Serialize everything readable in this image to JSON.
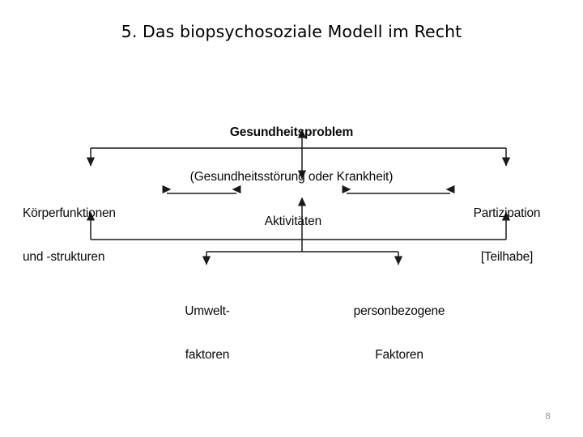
{
  "slide": {
    "title": "5. Das biopsychosoziale Modell im Recht",
    "page_number": "8",
    "background_color": "#ffffff",
    "text_color": "#000000",
    "page_number_color": "#9a9a9a"
  },
  "diagram": {
    "name": "ICF biopsychosoziales Modell",
    "line_color": "#1a1a1a",
    "nodes": {
      "health_problem": {
        "main": "Gesundheitsproblem",
        "sub": "(Gesundheitsstörung oder Krankheit)"
      },
      "body_functions": {
        "line1": "Körperfunktionen",
        "line2": "und -strukturen"
      },
      "activities": {
        "line1": "Aktivitäten"
      },
      "participation": {
        "line1": "Partizipation",
        "line2": "[Teilhabe]"
      },
      "environmental_factors": {
        "line1": "Umwelt-",
        "line2": "faktoren"
      },
      "personal_factors": {
        "line1": "personbezogene",
        "line2": "Faktoren"
      }
    },
    "connectors": [
      "gesundheitsproblem-aktivitaeten-doppelpfeil",
      "gesundheitsproblem-koerperfunktionen",
      "gesundheitsproblem-partizipation",
      "koerperfunktionen-aktivitaeten-doppelpfeil",
      "aktivitaeten-partizipation-doppelpfeil",
      "aktivitaeten-umweltfaktoren",
      "aktivitaeten-personbezogene-faktoren",
      "umwelt-personal-zu-koerperfunktionen",
      "umwelt-personal-zu-partizipation"
    ]
  }
}
